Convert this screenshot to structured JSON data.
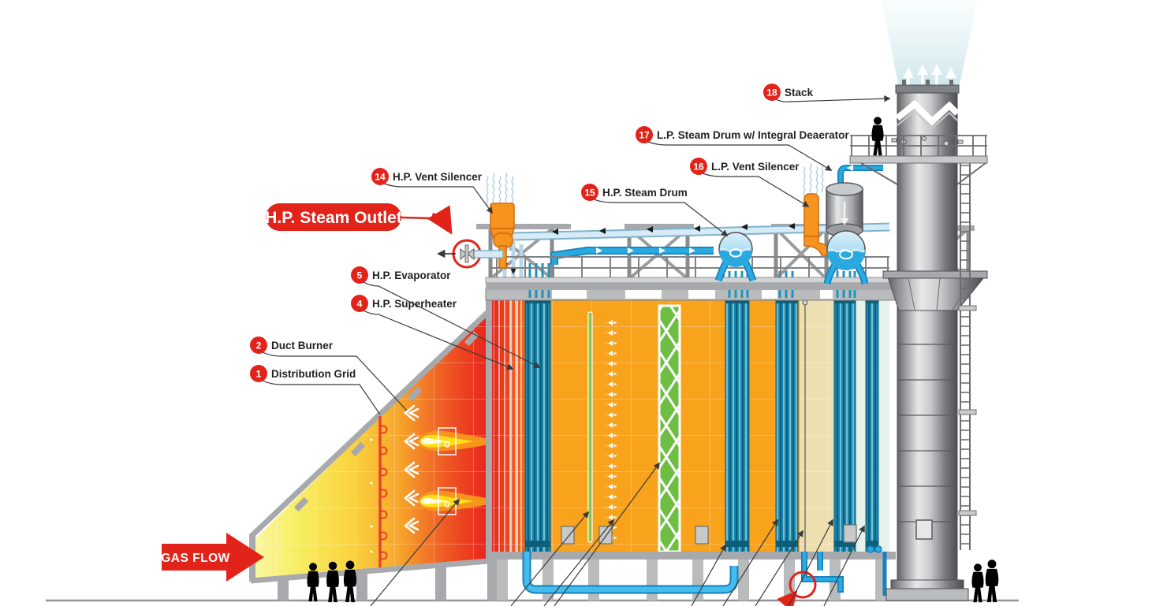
{
  "banners": {
    "steam_outlet": "H.P. Steam Outlet",
    "gas_flow": "GAS FLOW"
  },
  "callouts": [
    {
      "num": "1",
      "label": "Distribution Grid"
    },
    {
      "num": "2",
      "label": "Duct Burner"
    },
    {
      "num": "4",
      "label": "H.P. Superheater"
    },
    {
      "num": "5",
      "label": "H.P. Evaporator"
    },
    {
      "num": "14",
      "label": "H.P. Vent Silencer"
    },
    {
      "num": "15",
      "label": "H.P. Steam Drum"
    },
    {
      "num": "16",
      "label": "L.P. Vent Silencer"
    },
    {
      "num": "17",
      "label": "L.P. Steam Drum w/ Integral Deaerator"
    },
    {
      "num": "18",
      "label": "Stack"
    }
  ],
  "colors": {
    "accent_red": "#E2231A",
    "flame_red": "#E8251C",
    "boiler_orange": "#F9A21C",
    "duct_yellow": "#F7EE62",
    "tube_teal": "#1787AD",
    "pipe_blue": "#29ABE2",
    "catalyst_green": "#6FBE44",
    "steel_gray": "#A7A9AC"
  }
}
